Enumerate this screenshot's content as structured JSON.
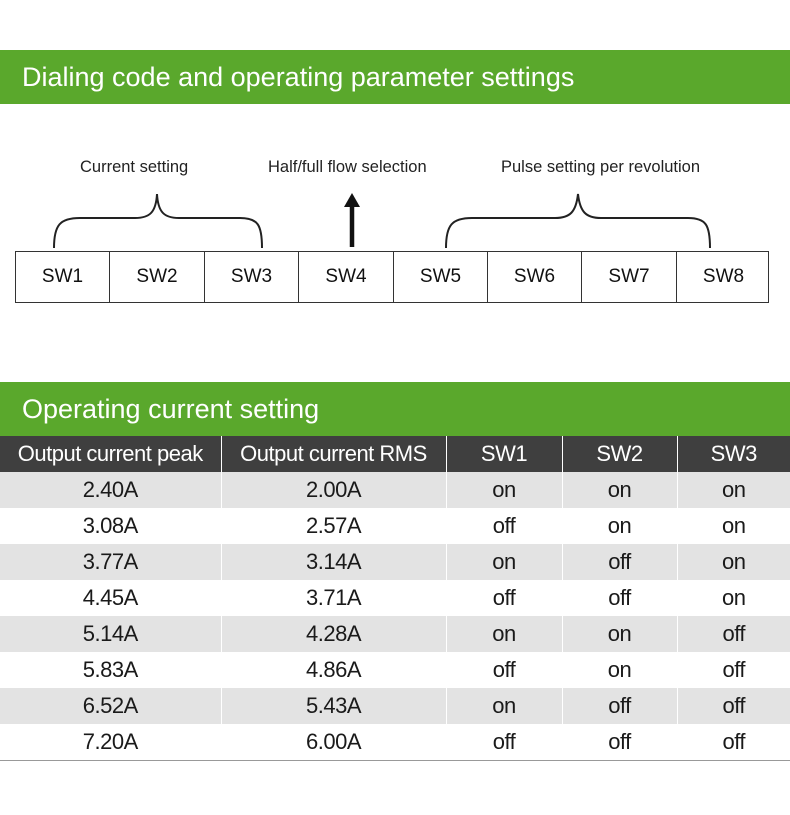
{
  "section1": {
    "title": "Dialing code and operating parameter settings"
  },
  "diagram": {
    "current_label": "Current setting",
    "half_full_label": "Half/full flow selection",
    "pulse_label": "Pulse setting per revolution",
    "switches": [
      "SW1",
      "SW2",
      "SW3",
      "SW4",
      "SW5",
      "SW6",
      "SW7",
      "SW8"
    ]
  },
  "section2": {
    "title": "Operating current setting"
  },
  "table": {
    "headers": [
      "Output current peak",
      "Output current RMS",
      "SW1",
      "SW2",
      "SW3"
    ],
    "rows": [
      [
        "2.40A",
        "2.00A",
        "on",
        "on",
        "on"
      ],
      [
        "3.08A",
        "2.57A",
        "off",
        "on",
        "on"
      ],
      [
        "3.77A",
        "3.14A",
        "on",
        "off",
        "on"
      ],
      [
        "4.45A",
        "3.71A",
        "off",
        "off",
        "on"
      ],
      [
        "5.14A",
        "4.28A",
        "on",
        "on",
        "off"
      ],
      [
        "5.83A",
        "4.86A",
        "off",
        "on",
        "off"
      ],
      [
        "6.52A",
        "5.43A",
        "on",
        "off",
        "off"
      ],
      [
        "7.20A",
        "6.00A",
        "off",
        "off",
        "off"
      ]
    ]
  },
  "colors": {
    "banner": "#5aa82c",
    "header": "#3f3f3f",
    "stripe": "#e3e3e3"
  }
}
